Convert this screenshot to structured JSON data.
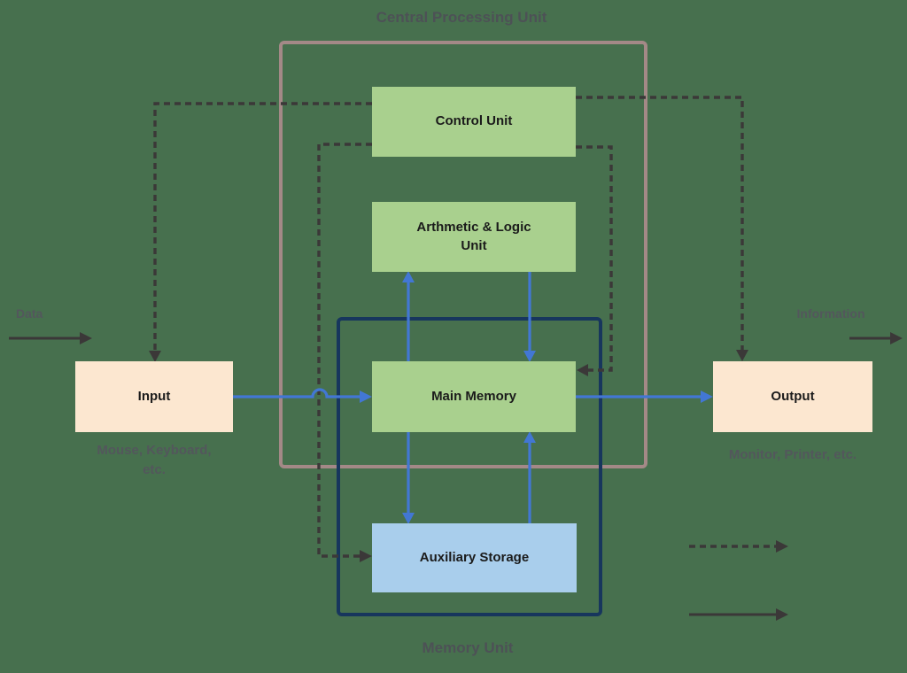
{
  "diagram": {
    "title": "Central Processing Unit",
    "memory_unit_label": "Memory Unit",
    "nodes": {
      "control_unit": {
        "label": "Control Unit"
      },
      "alu": {
        "label": "Arthmetic & Logic\nUnit"
      },
      "main_memory": {
        "label": "Main Memory"
      },
      "auxiliary_storage": {
        "label": "Auxiliary Storage"
      },
      "input": {
        "label": "Input",
        "caption": "Mouse, Keyboard,\netc."
      },
      "output": {
        "label": "Output",
        "caption": "Monitor, Printer, etc."
      }
    },
    "flow_labels": {
      "data": "Data",
      "information": "Information"
    },
    "legend": {
      "dashed_arrow": "control-signal-dashed-arrow",
      "solid_arrow": "data-flow-solid-arrow"
    },
    "colors": {
      "background": "#47704E",
      "cpu_border": "#A48987",
      "memory_border": "#17365D",
      "green_box": "#A9D08E",
      "blue_box": "#A9CEEC",
      "peach_box": "#FCE7D0",
      "blue_arrow": "#4277D4",
      "dark_arrow": "#3B3838",
      "label_gray": "#53575C"
    }
  }
}
